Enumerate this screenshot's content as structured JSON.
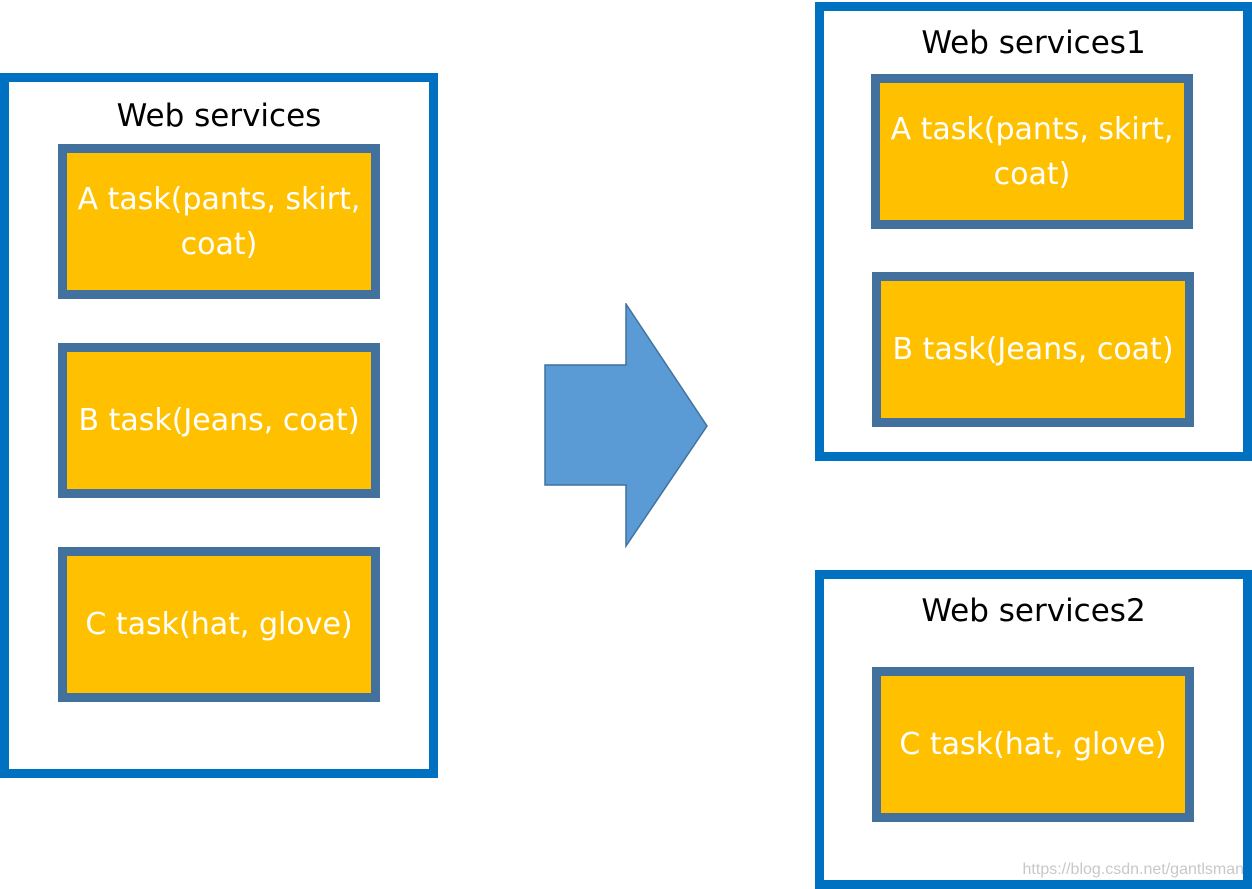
{
  "left_panel": {
    "title": "Web services",
    "tasks": [
      {
        "label": "A task(pants, skirt, coat)"
      },
      {
        "label": "B task(Jeans, coat)"
      },
      {
        "label": "C task(hat, glove)"
      }
    ]
  },
  "right_panel_1": {
    "title": "Web services1",
    "tasks": [
      {
        "label": "A task(pants, skirt, coat)"
      },
      {
        "label": "B task(Jeans, coat)"
      }
    ]
  },
  "right_panel_2": {
    "title": "Web services2",
    "tasks": [
      {
        "label": "C task(hat, glove)"
      }
    ]
  },
  "watermark": "https://blog.csdn.net/gantlsman",
  "colors": {
    "container_border": "#0070c0",
    "task_fill": "#ffc000",
    "task_border": "#41719c",
    "arrow_fill": "#5b9bd5"
  }
}
